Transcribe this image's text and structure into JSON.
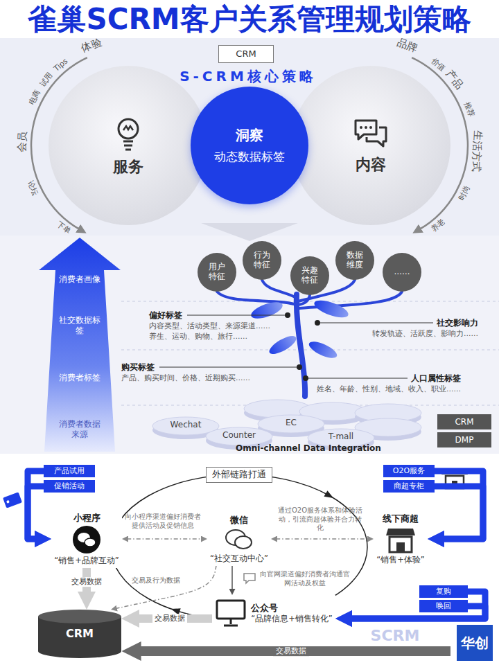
{
  "diagram": {
    "title": "雀巢SCRM客户关系管理规划策略",
    "nodes": [
      {
        "text": [
          "CRM"
        ]
      },
      {
        "text": [
          "服务"
        ]
      },
      {
        "text": [
          "洞察",
          "动态数据标签"
        ]
      },
      {
        "text": [
          "内容"
        ]
      },
      {
        "text": [
          "用户特征"
        ]
      },
      {
        "text": [
          "行为特征"
        ]
      },
      {
        "text": [
          "兴趣特征"
        ]
      },
      {
        "text": [
          "数据维度"
        ]
      },
      {
        "text": [
          "……"
        ]
      },
      {
        "text": [
          "CRM"
        ]
      },
      {
        "text": [
          "DMP"
        ]
      },
      {
        "text": [
          "外部链路打通"
        ]
      },
      {
        "text": [
          "产品试用"
        ]
      },
      {
        "text": [
          "促销活动"
        ]
      },
      {
        "text": [
          "O2O服务"
        ]
      },
      {
        "text": [
          "商超专柜"
        ]
      },
      {
        "text": [
          "小程序",
          "“销售+品牌互动”"
        ]
      },
      {
        "text": [
          "微信",
          "“社交互动中心”"
        ]
      },
      {
        "text": [
          "线下商超",
          "“销售+体验”"
        ]
      },
      {
        "text": [
          "公众号",
          "“品牌信息+销售转化”"
        ]
      },
      {
        "text": [
          "CRM"
        ]
      },
      {
        "text": [
          "复购"
        ]
      },
      {
        "text": [
          "唤回"
        ]
      }
    ],
    "edges": [
      {
        "from": 12,
        "to": 16,
        "arrow": "to"
      },
      {
        "from": 13,
        "to": 16,
        "arrow": "to"
      },
      {
        "from": 14,
        "to": 18,
        "arrow": "to"
      },
      {
        "from": 15,
        "to": 18,
        "arrow": "to"
      },
      {
        "from": 16,
        "to": 17,
        "label": "向小程序渠道偏好消费者提供活动及促销信息",
        "arrow": "both"
      },
      {
        "from": 17,
        "to": 18,
        "label": "通过O2O服务体系和体验活动，引流商超体验并合力转化",
        "arrow": "both"
      },
      {
        "from": 17,
        "to": 19,
        "label": "向官网渠道偏好消费者沟通官网活动及权益",
        "arrow": "to"
      },
      {
        "from": 17,
        "to": 20,
        "label": "交易及行为数据",
        "arrow": "to"
      },
      {
        "from": 16,
        "to": 20,
        "label": "交易数据",
        "arrow": "to"
      },
      {
        "from": 19,
        "to": 20,
        "label": "交易数据",
        "arrow": "to"
      },
      {
        "from": 21,
        "to": 19,
        "arrow": "to"
      },
      {
        "from": 22,
        "to": 19,
        "arrow": "to"
      }
    ],
    "labels": [
      "S-CRM核心策略",
      "体验",
      "Tips",
      "试用",
      "电商",
      "会员",
      "论坛",
      "下单",
      "品牌",
      "价值",
      "产品",
      "推荐",
      "生活方式",
      "时尚",
      "养老",
      "消费者画像",
      "社交数据标签",
      "消费者标签",
      "消费者数据来源",
      "偏好标签",
      "内容类型、活动类型、来源渠道……",
      "养生、运动、购物、旅行……",
      "社交影响力",
      "转发轨迹、活跃度、影响力……",
      "购买标签",
      "产品、购买时间、价格、近期购买……",
      "人口属性标签",
      "姓名、年龄、性别、地域、收入、职业……",
      "Wechat",
      "EC",
      "Counter",
      "T-mall",
      "Omni-channel Data Integration",
      "交易数据",
      "SCRM",
      "华创"
    ]
  }
}
